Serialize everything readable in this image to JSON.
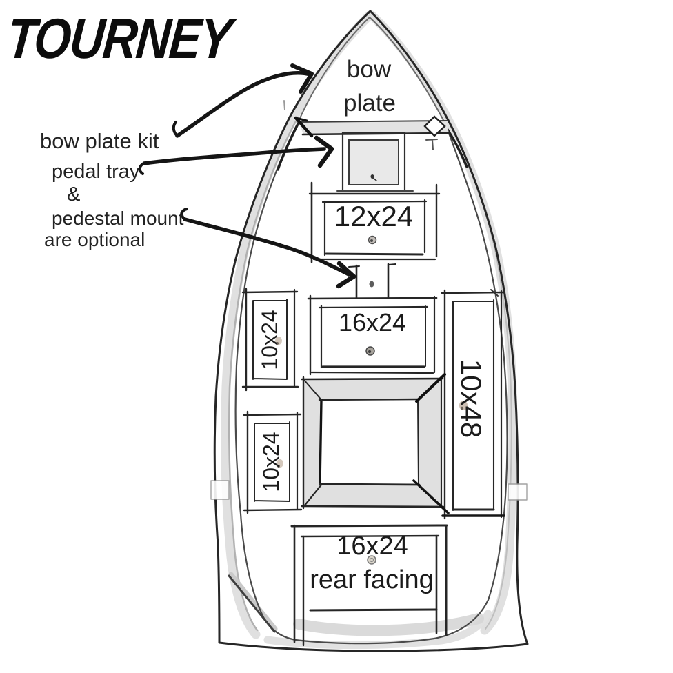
{
  "logo": "TOURNEY",
  "callouts": {
    "bow_plate_kit": "bow plate kit",
    "pedal_tray": "pedal tray",
    "ampersand": "&",
    "pedestal_mount": "pedestal mount",
    "are_optional": "are optional"
  },
  "bow_plate_label": {
    "line1": "bow",
    "line2": "plate"
  },
  "hatch_labels": {
    "hatch_12x24": "12x24",
    "hatch_16x24_mid": "16x24",
    "hatch_10x24_upper": "10x24",
    "hatch_10x24_lower": "10x24",
    "hatch_10x48": "10x48",
    "hatch_16x24_rear": "16x24",
    "hatch_16x24_rear_sub": "rear facing"
  },
  "colors": {
    "ink": "#1c1c1c",
    "pencil_gray": "#d9d9d9",
    "paper": "#ffffff"
  }
}
